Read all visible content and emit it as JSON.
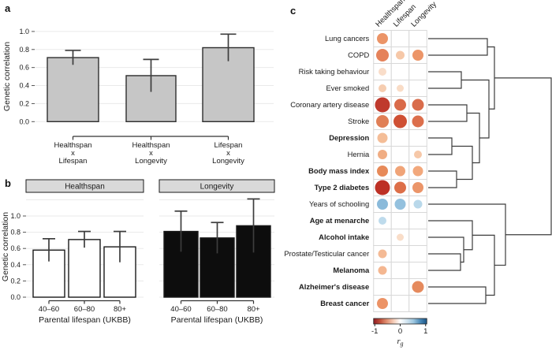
{
  "panels": {
    "a_label": "a",
    "b_label": "b",
    "c_label": "c"
  },
  "colors": {
    "bar_gray": "#c6c6c6",
    "bar_border": "#2e2e2e",
    "grid": "#eaeaea",
    "strip_fill": "#d9d9d9",
    "strip_border": "#1a1a1a",
    "error": "#3d3d3d",
    "dendro": "#3c3c3c",
    "cell_border": "#d8d8d8",
    "text": "#1a1a1a",
    "neg_end": "#8e1b24",
    "pos_end": "#1a5586"
  },
  "chart_data": [
    {
      "id": "panel_a",
      "type": "bar",
      "ylabel": "Genetic correlation",
      "ylim": [
        0,
        1
      ],
      "ytick_labels": [
        "0.0",
        "0.2",
        "0.4",
        "0.6",
        "0.8",
        "1.0"
      ],
      "categories": [
        [
          "Healthspan",
          "x",
          "Lifespan"
        ],
        [
          "Healthspan",
          "x",
          "Longevity"
        ],
        [
          "Lifespan",
          "x",
          "Longevity"
        ]
      ],
      "values": [
        0.71,
        0.51,
        0.82
      ],
      "upper": [
        0.79,
        0.69,
        0.97
      ],
      "grid": true,
      "legend": "none"
    },
    {
      "id": "panel_b",
      "type": "bar",
      "ylabel": "Genetic correlation",
      "xlabel": "Parental lifespan (UKBB)",
      "ylim": [
        0,
        1.25
      ],
      "ytick_labels": [
        "0.0",
        "0.2",
        "0.4",
        "0.6",
        "0.8",
        "1.0"
      ],
      "categories": [
        "40–60",
        "60–80",
        "80+"
      ],
      "series": [
        {
          "name": "Healthspan",
          "fill": "#ffffff",
          "values": [
            0.58,
            0.71,
            0.62
          ],
          "upper": [
            0.72,
            0.81,
            0.81
          ]
        },
        {
          "name": "Longevity",
          "fill": "#0d0d0d",
          "values": [
            0.81,
            0.73,
            0.88
          ],
          "upper": [
            1.06,
            0.92,
            1.21
          ]
        }
      ],
      "grid": true,
      "legend": "facet-strips"
    },
    {
      "id": "panel_c",
      "type": "heatmap",
      "columns": [
        "Healthspan",
        "Lifespan",
        "Longevity"
      ],
      "rows": [
        {
          "label": "Lung cancers",
          "bold": false,
          "dots": [
            {
              "col": 0,
              "d": 14,
              "color": "#eb9467",
              "rg": -0.45
            }
          ]
        },
        {
          "label": "COPD",
          "bold": false,
          "dots": [
            {
              "col": 0,
              "d": 16,
              "color": "#e5825a",
              "rg": -0.55
            },
            {
              "col": 1,
              "d": 11,
              "color": "#f6c8a8",
              "rg": -0.25
            },
            {
              "col": 2,
              "d": 14,
              "color": "#ec9568",
              "rg": -0.45
            }
          ]
        },
        {
          "label": "Risk taking behaviour",
          "bold": false,
          "dots": [
            {
              "col": 0,
              "d": 10,
              "color": "#f9ddc9",
              "rg": -0.15
            }
          ]
        },
        {
          "label": "Ever smoked",
          "bold": false,
          "dots": [
            {
              "col": 0,
              "d": 10,
              "color": "#f6cdb0",
              "rg": -0.25
            },
            {
              "col": 1,
              "d": 9,
              "color": "#f9dcc6",
              "rg": -0.2
            }
          ]
        },
        {
          "label": "Coronary artery disease",
          "bold": false,
          "dots": [
            {
              "col": 0,
              "d": 19,
              "color": "#bf3a2d",
              "rg": -0.85
            },
            {
              "col": 1,
              "d": 15,
              "color": "#d96a49",
              "rg": -0.6
            },
            {
              "col": 2,
              "d": 15,
              "color": "#d96c4b",
              "rg": -0.6
            }
          ]
        },
        {
          "label": "Stroke",
          "bold": false,
          "dots": [
            {
              "col": 0,
              "d": 16,
              "color": "#e07f56",
              "rg": -0.55
            },
            {
              "col": 1,
              "d": 17,
              "color": "#cf5034",
              "rg": -0.7
            },
            {
              "col": 2,
              "d": 15,
              "color": "#dc6f4c",
              "rg": -0.55
            }
          ]
        },
        {
          "label": "Depression",
          "bold": true,
          "dots": [
            {
              "col": 0,
              "d": 13,
              "color": "#f4bd97",
              "rg": -0.35
            }
          ]
        },
        {
          "label": "Hernia",
          "bold": false,
          "dots": [
            {
              "col": 0,
              "d": 12,
              "color": "#f0ad83",
              "rg": -0.4
            },
            {
              "col": 2,
              "d": 10,
              "color": "#f6c8a8",
              "rg": -0.25
            }
          ]
        },
        {
          "label": "Body mass index",
          "bold": true,
          "dots": [
            {
              "col": 0,
              "d": 14,
              "color": "#e78a59",
              "rg": -0.5
            },
            {
              "col": 1,
              "d": 13,
              "color": "#f0a478",
              "rg": -0.4
            },
            {
              "col": 2,
              "d": 13,
              "color": "#f2a87c",
              "rg": -0.38
            }
          ]
        },
        {
          "label": "Type 2 diabetes",
          "bold": true,
          "dots": [
            {
              "col": 0,
              "d": 19,
              "color": "#bd3126",
              "rg": -0.85
            },
            {
              "col": 1,
              "d": 15,
              "color": "#dd6f49",
              "rg": -0.55
            },
            {
              "col": 2,
              "d": 14,
              "color": "#eb9569",
              "rg": -0.45
            }
          ]
        },
        {
          "label": "Years of schooling",
          "bold": false,
          "dots": [
            {
              "col": 0,
              "d": 14,
              "color": "#8abada",
              "rg": 0.45
            },
            {
              "col": 1,
              "d": 14,
              "color": "#94c1de",
              "rg": 0.45
            },
            {
              "col": 2,
              "d": 11,
              "color": "#b9d8ea",
              "rg": 0.3
            }
          ]
        },
        {
          "label": "Age at menarche",
          "bold": true,
          "dots": [
            {
              "col": 0,
              "d": 10,
              "color": "#bedbec",
              "rg": 0.2
            }
          ]
        },
        {
          "label": "Alcohol intake",
          "bold": true,
          "dots": [
            {
              "col": 1,
              "d": 9,
              "color": "#f9ddc8",
              "rg": -0.15
            }
          ]
        },
        {
          "label": "Prostate/Testicular cancer",
          "bold": false,
          "dots": [
            {
              "col": 0,
              "d": 11,
              "color": "#f4ba95",
              "rg": -0.35
            }
          ]
        },
        {
          "label": "Melanoma",
          "bold": true,
          "dots": [
            {
              "col": 0,
              "d": 11,
              "color": "#f4b791",
              "rg": -0.35
            }
          ]
        },
        {
          "label": "Alzheimer's disease",
          "bold": true,
          "dots": [
            {
              "col": 2,
              "d": 15,
              "color": "#e58a5d",
              "rg": -0.5
            }
          ]
        },
        {
          "label": "Breast cancer",
          "bold": true,
          "dots": [
            {
              "col": 0,
              "d": 14,
              "color": "#ec9366",
              "rg": -0.45
            }
          ]
        }
      ],
      "colorbar": {
        "tick_labels": [
          "-1",
          "0",
          "1"
        ],
        "label_main": "r",
        "label_sub": "g",
        "gradient": [
          "#8e1b24",
          "#c0503a",
          "#e29274",
          "#f5cdb9",
          "#ffffff",
          "#d3e5f0",
          "#9ec7e0",
          "#4b8ab8",
          "#1a5586"
        ]
      },
      "dendrogram": {
        "merges": [
          [
            13,
            14,
            584
          ],
          [
            12,
            "m0",
            588
          ],
          [
            11,
            "m1",
            599
          ],
          [
            15,
            16,
            616
          ],
          [
            "m2",
            "m3",
            627
          ],
          [
            10,
            "m4",
            641
          ],
          [
            0,
            1,
            618
          ],
          [
            2,
            3,
            585
          ],
          [
            4,
            5,
            592
          ],
          [
            6,
            7,
            573
          ],
          [
            8,
            9,
            579
          ],
          [
            "m9",
            "m10",
            599
          ],
          [
            "m8",
            "m11",
            608
          ],
          [
            "m7",
            "m12",
            620
          ],
          [
            "m6",
            "m13",
            627
          ],
          [
            "m14",
            "m5",
            699
          ]
        ]
      }
    }
  ]
}
